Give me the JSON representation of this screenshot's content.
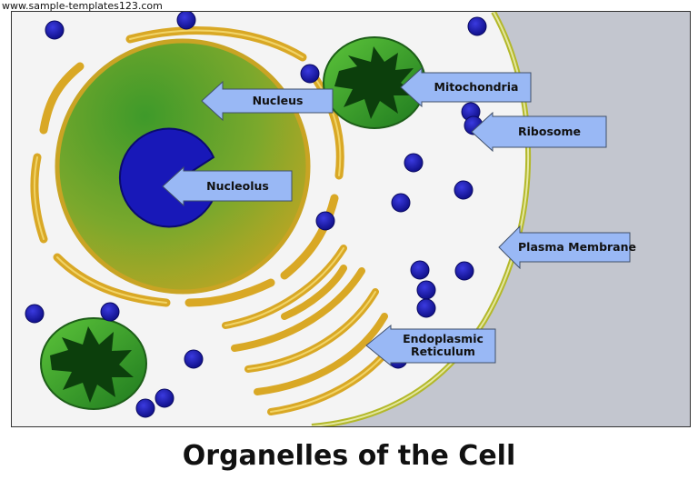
{
  "watermark": "www.sample-templates123.com",
  "title": "Organelles of the Cell",
  "labels": {
    "nucleus": "Nucleus",
    "nucleolus": "Nucleolus",
    "mitochondria": "Mitochondria",
    "ribosome": "Ribosome",
    "plasma_membrane": "Plasma Membrane",
    "er_line1": "Endoplasmic",
    "er_line2": "Reticulum"
  },
  "colors": {
    "label_fill": "#99b8f5",
    "label_stroke": "#40506a",
    "membrane_gold": "#e0b02a",
    "nucleus_green": "#6fa82e",
    "nucleolus_blue": "#1818b8",
    "ribosome_blue": "#1a1aa8",
    "mito_green": "#3a9a2a",
    "exterior_grey": "#c3c6cf"
  }
}
